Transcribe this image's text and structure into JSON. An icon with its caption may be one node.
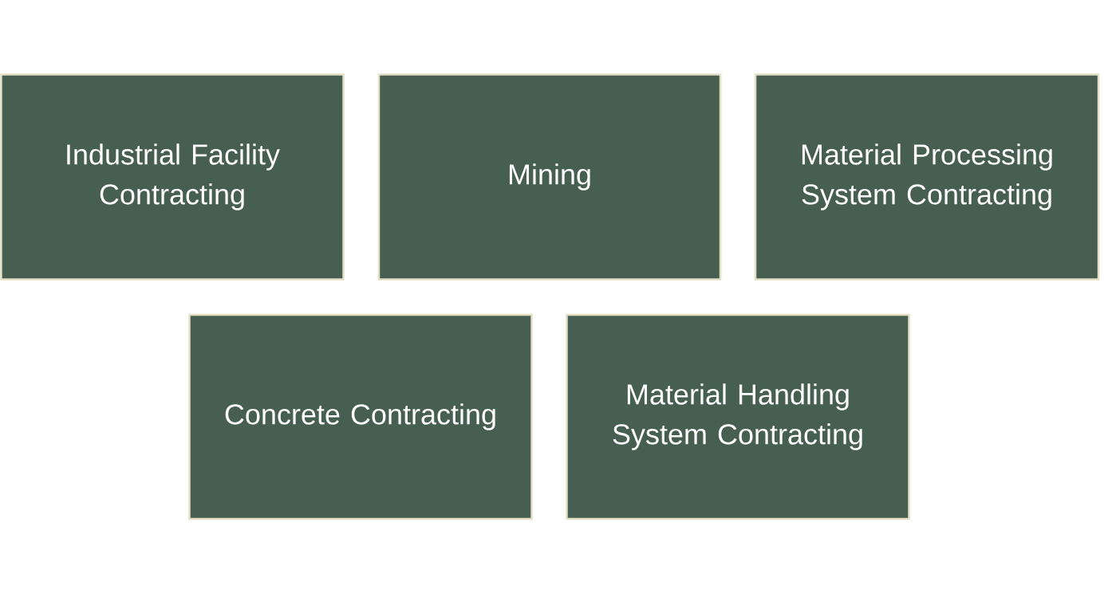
{
  "diagram": {
    "nodes": [
      {
        "text": [
          "Industrial Facility Contracting"
        ]
      },
      {
        "text": [
          "Mining"
        ]
      },
      {
        "text": [
          "Material Processing System Contracting"
        ]
      },
      {
        "text": [
          "Concrete Contracting"
        ]
      },
      {
        "text": [
          "Material Handling System Contracting"
        ]
      }
    ]
  }
}
